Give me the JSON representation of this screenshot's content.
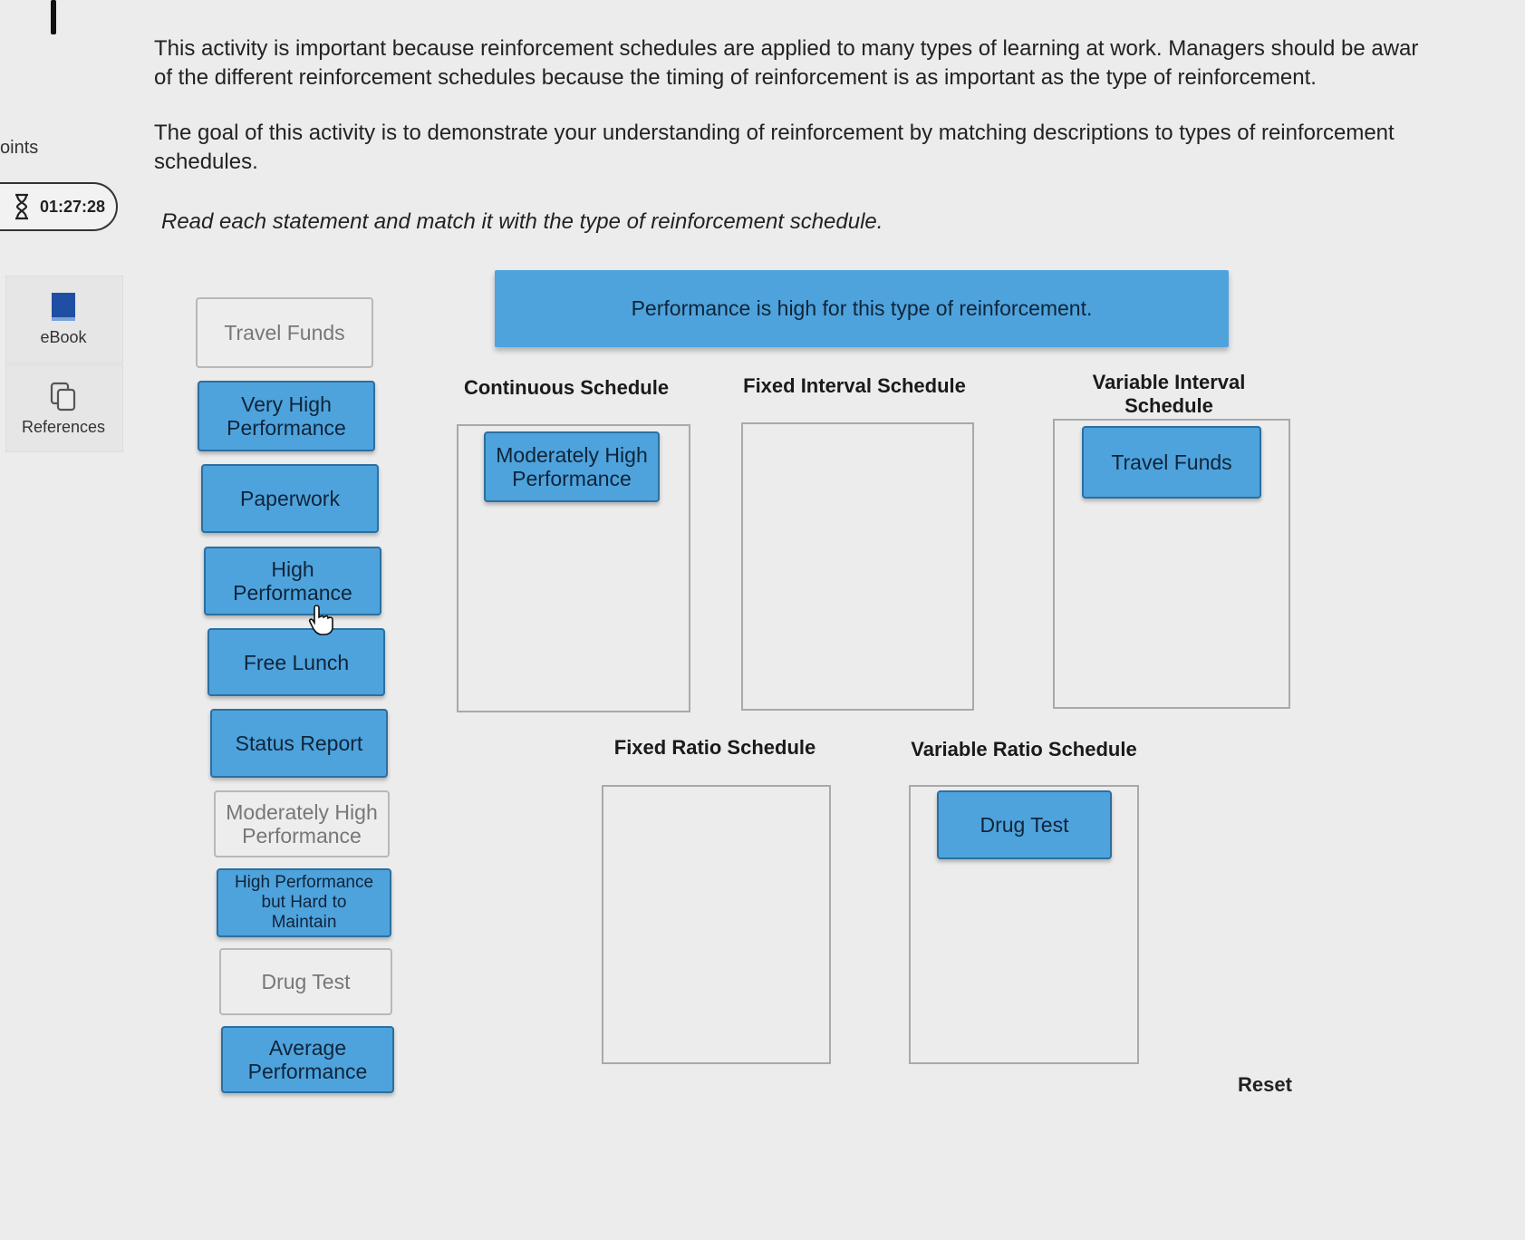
{
  "sidebar": {
    "points_label": "oints",
    "timer": "01:27:28",
    "ebook_label": "eBook",
    "references_label": "References"
  },
  "intro": {
    "paragraph1_line1": "This activity is important because reinforcement schedules are applied to many types of learning at work. Managers should be awar",
    "paragraph1_line2": "of the different reinforcement schedules because the timing of reinforcement is as important as the type of reinforcement.",
    "paragraph2_line1": "The goal of this activity is to demonstrate your understanding of reinforcement by matching descriptions to types of reinforcement",
    "paragraph2_line2": "schedules.",
    "instruction": "Read each statement and match it with the type of reinforcement schedule."
  },
  "source_tiles": [
    {
      "label": "Travel Funds",
      "state": "placed"
    },
    {
      "label": "Very High Performance",
      "state": "available"
    },
    {
      "label": "Paperwork",
      "state": "available"
    },
    {
      "label": "High Performance",
      "state": "available"
    },
    {
      "label": "Free Lunch",
      "state": "available"
    },
    {
      "label": "Status Report",
      "state": "available"
    },
    {
      "label": "Moderately High Performance",
      "state": "placed"
    },
    {
      "label": "High Performance but Hard to Maintain",
      "state": "available"
    },
    {
      "label": "Drug Test",
      "state": "placed"
    },
    {
      "label": "Average Performance",
      "state": "available"
    }
  ],
  "prompt": "Performance is high for this type of reinforcement.",
  "zones": {
    "continuous": {
      "title": "Continuous Schedule",
      "items": [
        "Moderately High Performance"
      ]
    },
    "fixed_interval": {
      "title": "Fixed Interval Schedule",
      "items": []
    },
    "variable_interval": {
      "title": "Variable Interval Schedule",
      "items": [
        "Travel Funds"
      ]
    },
    "fixed_ratio": {
      "title": "Fixed Ratio Schedule",
      "items": []
    },
    "variable_ratio": {
      "title": "Variable Ratio Schedule",
      "items": [
        "Drug Test"
      ]
    }
  },
  "reset_label": "Reset",
  "colors": {
    "tile_blue": "#4ea3dc",
    "tile_border": "#2c6fa0",
    "background": "#ececec"
  }
}
